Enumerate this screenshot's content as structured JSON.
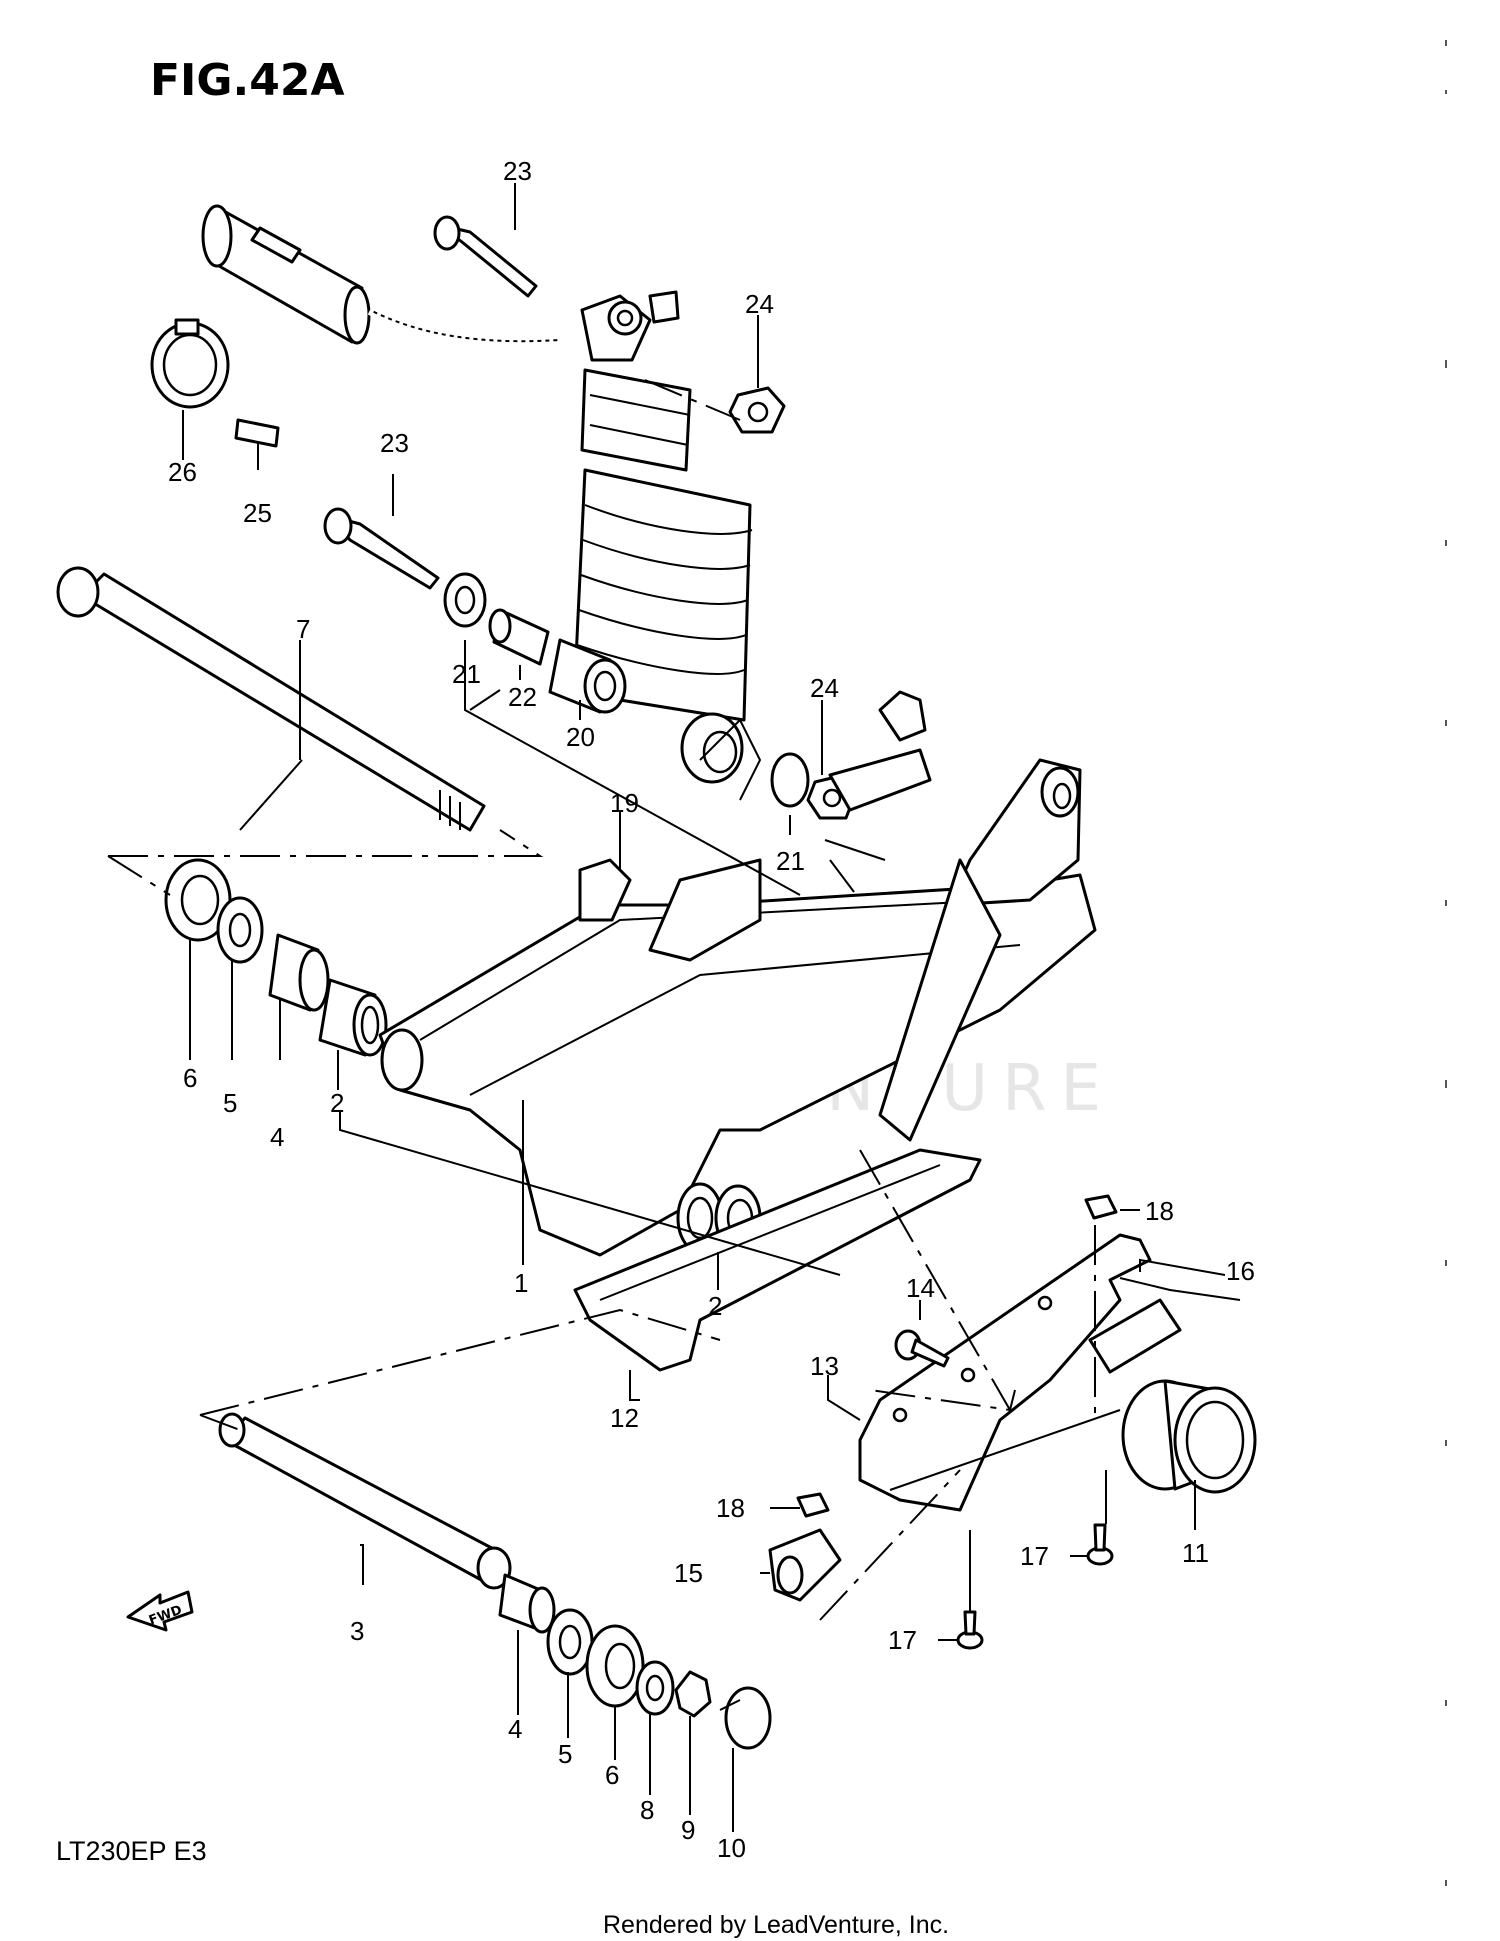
{
  "figure": {
    "title": "FIG.42A",
    "model_code": "LT230EP  E3",
    "footer": "Rendered by LeadVenture, Inc.",
    "watermark": "LEADVENTURE",
    "fwd_label": "FWD"
  },
  "callouts": {
    "c1": "1",
    "c2a": "2",
    "c2b": "2",
    "c3": "3",
    "c4a": "4",
    "c4b": "4",
    "c5a": "5",
    "c5b": "5",
    "c6a": "6",
    "c6b": "6",
    "c7": "7",
    "c8": "8",
    "c9": "9",
    "c10": "10",
    "c11": "11",
    "c12": "12",
    "c13": "13",
    "c14": "14",
    "c15": "15",
    "c16": "16",
    "c17a": "17",
    "c17b": "17",
    "c18a": "18",
    "c18b": "18",
    "c19": "19",
    "c20": "20",
    "c21a": "21",
    "c21b": "21",
    "c22": "22",
    "c23a": "23",
    "c23b": "23",
    "c24a": "24",
    "c24b": "24",
    "c25": "25",
    "c26": "26"
  }
}
